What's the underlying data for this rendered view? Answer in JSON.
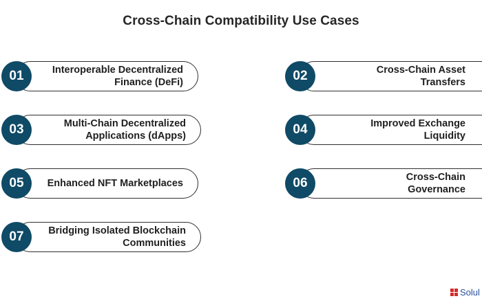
{
  "title": "Cross-Chain Compatibility Use Cases",
  "use_cases": [
    {
      "number": "01",
      "line1": "Interoperable Decentralized",
      "line2": "Finance (DeFi)"
    },
    {
      "number": "02",
      "line1": "Cross-Chain Asset",
      "line2": "Transfers"
    },
    {
      "number": "03",
      "line1": "Multi-Chain Decentralized",
      "line2": "Applications (dApps)"
    },
    {
      "number": "04",
      "line1": "Improved Exchange",
      "line2": "Liquidity"
    },
    {
      "number": "05",
      "line1": "Enhanced NFT Marketplaces",
      "line2": ""
    },
    {
      "number": "06",
      "line1": "Cross-Chain",
      "line2": "Governance"
    },
    {
      "number": "07",
      "line1": "Bridging Isolated Blockchain",
      "line2": "Communities"
    }
  ],
  "brand": {
    "text": "Solul",
    "accent_color": "#d12a2a",
    "text_color": "#2a4f9c"
  },
  "colors": {
    "badge": "#0f4a66",
    "pill_border": "#2e2e2e"
  }
}
